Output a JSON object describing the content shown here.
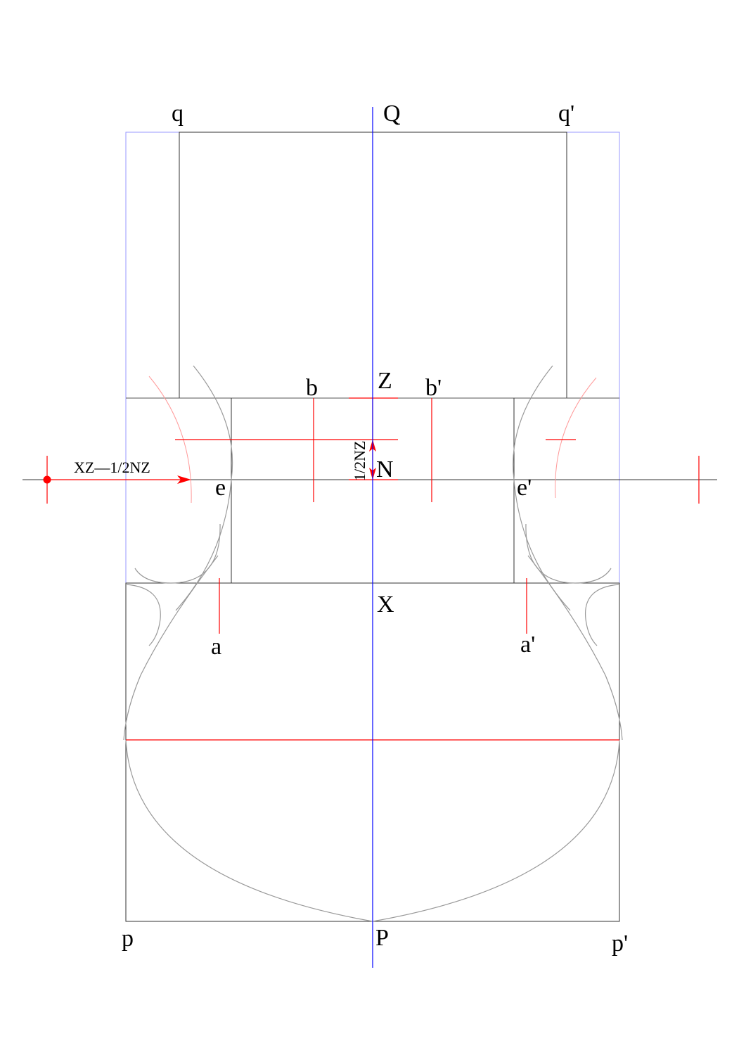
{
  "colors": {
    "axis": "#0000ff",
    "guide": "#9999ff",
    "construction": "#ff0000",
    "arc_light": "#ff9999",
    "curve": "#999999",
    "outline": "#333333"
  },
  "labels": {
    "q": "q",
    "Q": "Q",
    "q_prime": "q'",
    "Z": "Z",
    "b": "b",
    "b_prime": "b'",
    "N": "N",
    "half_nz": "1/2NZ",
    "xz_minus": "XZ—1/2NZ",
    "e": "e",
    "e_prime": "e'",
    "X": "X",
    "a": "a",
    "a_prime": "a'",
    "p": "p",
    "P": "P",
    "p_prime": "p'"
  }
}
